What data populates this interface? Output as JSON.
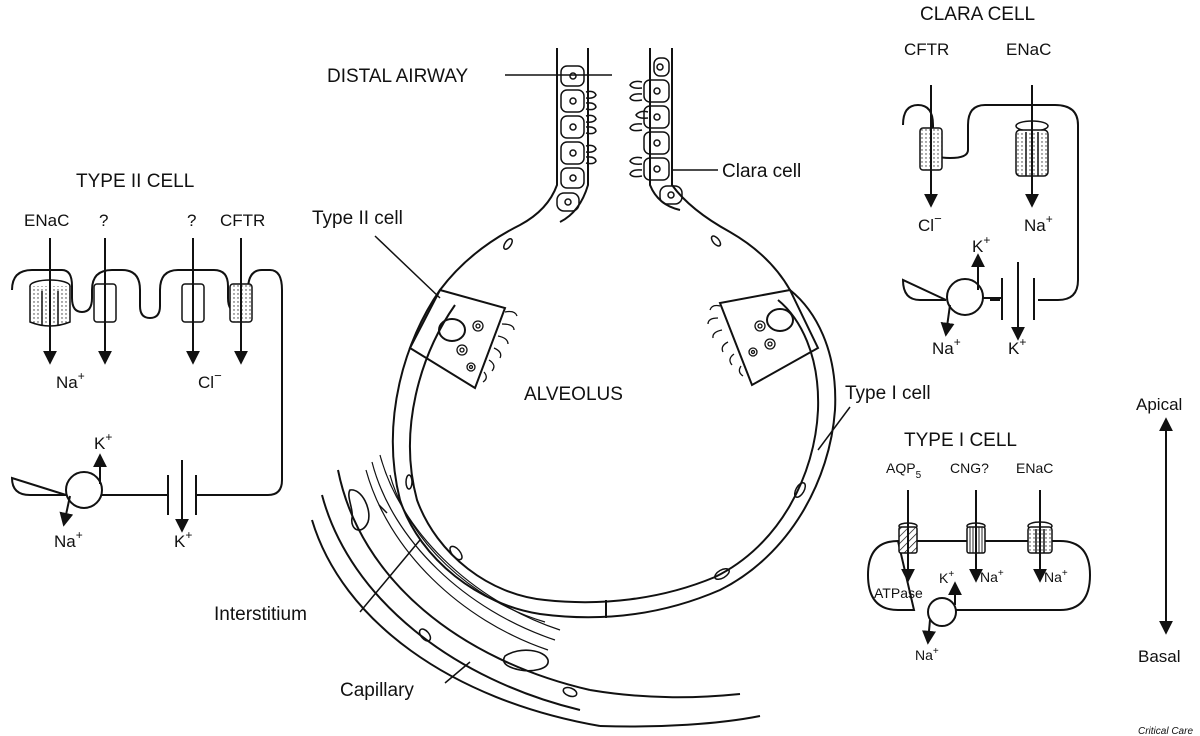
{
  "diagram": {
    "labels": {
      "distal_airway": "DISTAL AIRWAY",
      "clara_cell_pointer": "Clara cell",
      "type2_cell_pointer": "Type II cell",
      "type1_cell_pointer": "Type I cell",
      "alveolus": "ALVEOLUS",
      "interstitium": "Interstitium",
      "capillary": "Capillary"
    },
    "type2_cell": {
      "title": "TYPE II CELL",
      "channels": [
        "ENaC",
        "?",
        "?",
        "CFTR"
      ],
      "apical_ions": [
        "Na",
        "Cl"
      ],
      "pump_ions": [
        "K",
        "Na",
        "K"
      ]
    },
    "clara_cell": {
      "title": "CLARA CELL",
      "channels": [
        "CFTR",
        "ENaC"
      ],
      "apical_ions": [
        "Cl",
        "Na"
      ],
      "pump_ions": [
        "K",
        "Na",
        "K"
      ]
    },
    "type1_cell": {
      "title": "TYPE I CELL",
      "channels": [
        "AQP",
        "CNG?",
        "ENaC"
      ],
      "aqp_subscript": "5",
      "apical_ions": [
        "Na",
        "Na"
      ],
      "pump_label": "ATPase",
      "pump_ions": [
        "K",
        "Na"
      ]
    },
    "axis": {
      "top": "Apical",
      "bottom": "Basal"
    },
    "superscripts": {
      "plus": "+",
      "minus": "−"
    },
    "credit": "Critical Care"
  }
}
